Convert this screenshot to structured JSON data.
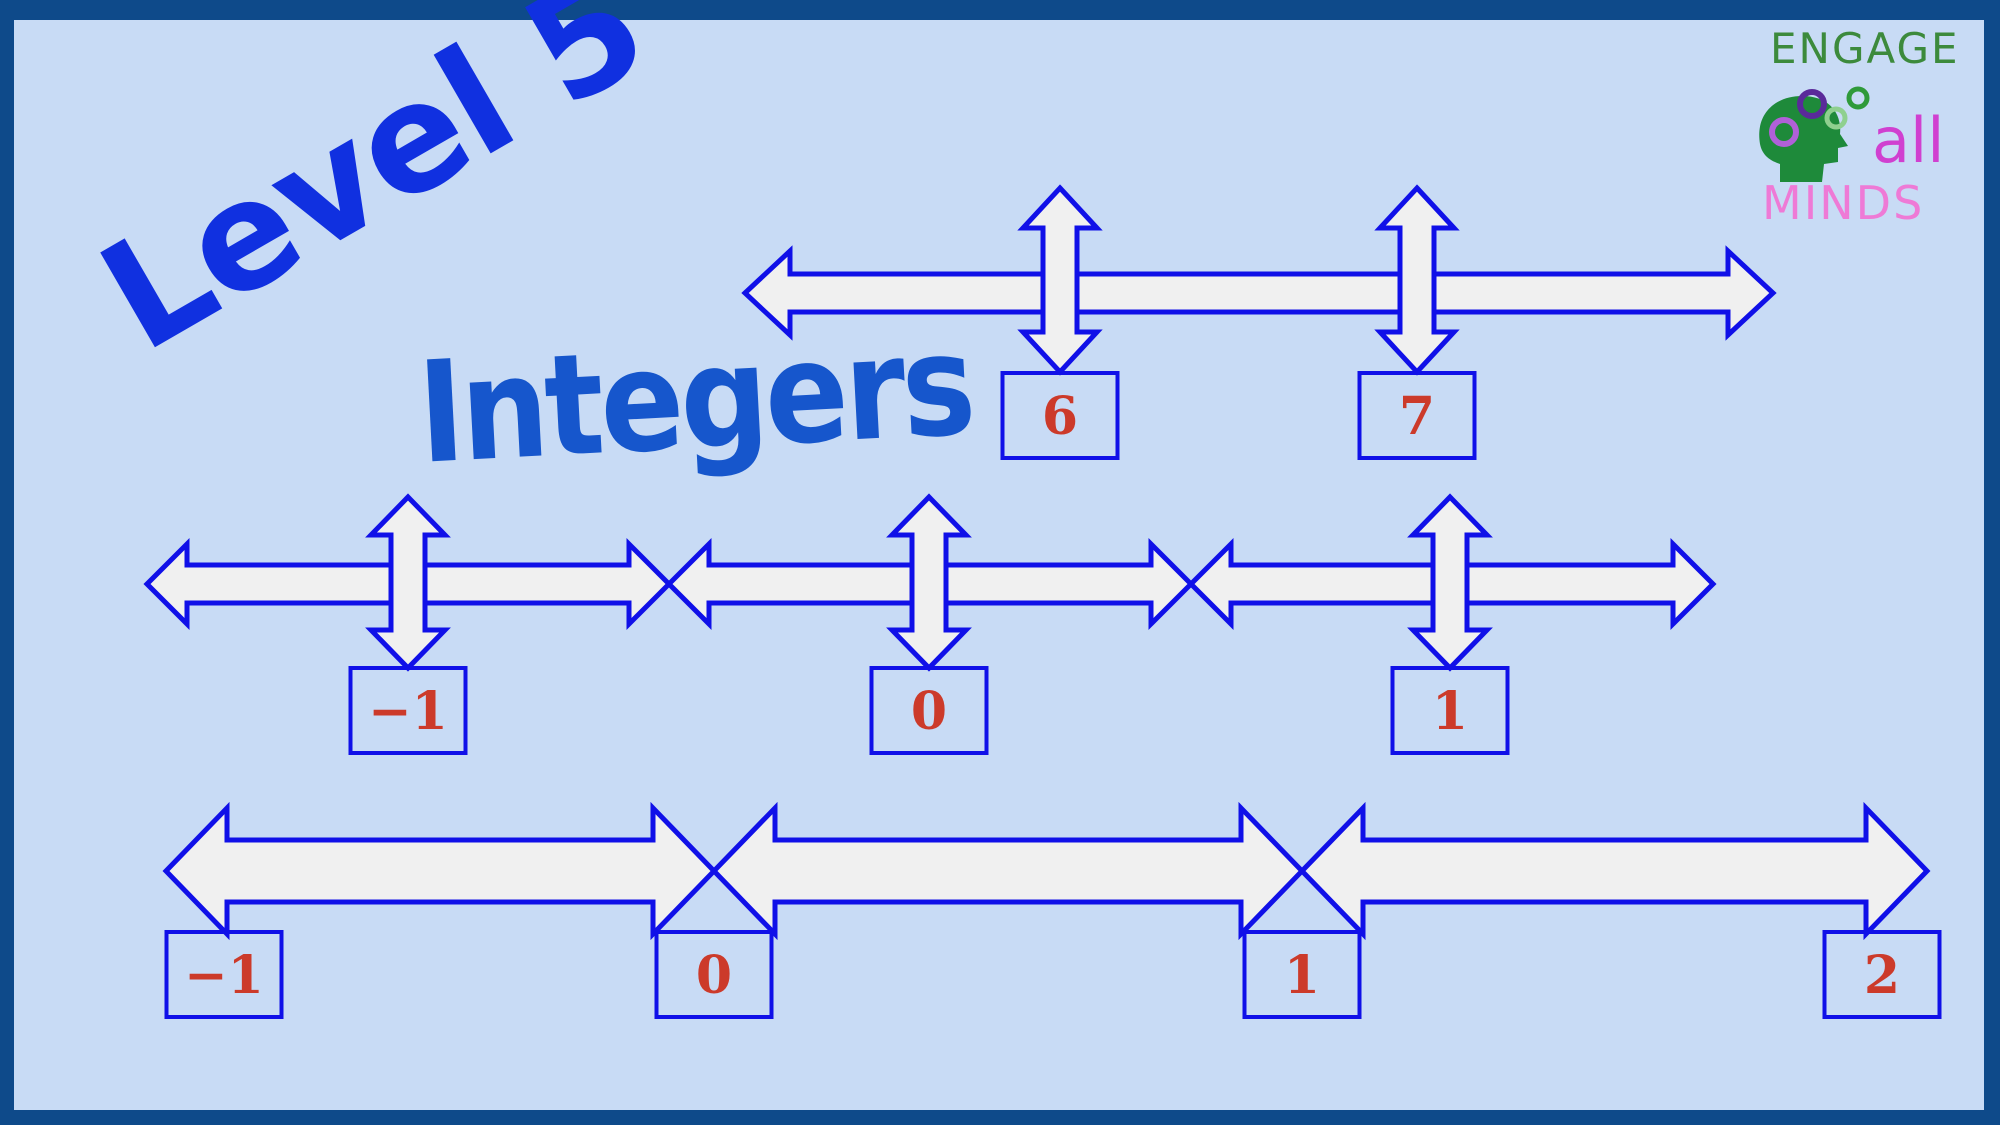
{
  "slide": {
    "level_title": "Level 5",
    "topic_title": "Integers",
    "logo": {
      "line1": "ENGAGE",
      "line2": "all",
      "line3": "MINDS",
      "icon": "head-with-gears-icon"
    },
    "colors": {
      "background": "#c8dbf5",
      "frame": "#0e4a8a",
      "arrow_outline": "#1010e8",
      "arrow_fill": "#f0f0f0",
      "label_text": "#cc3a2a",
      "title_level": "#1030e0",
      "title_topic": "#1656cc"
    }
  },
  "number_lines": [
    {
      "id": "top",
      "labels": [
        "6",
        "7"
      ]
    },
    {
      "id": "middle",
      "labels": [
        "−1",
        "0",
        "1"
      ]
    },
    {
      "id": "bottom",
      "labels": [
        "−1",
        "0",
        "1",
        "2"
      ]
    }
  ]
}
